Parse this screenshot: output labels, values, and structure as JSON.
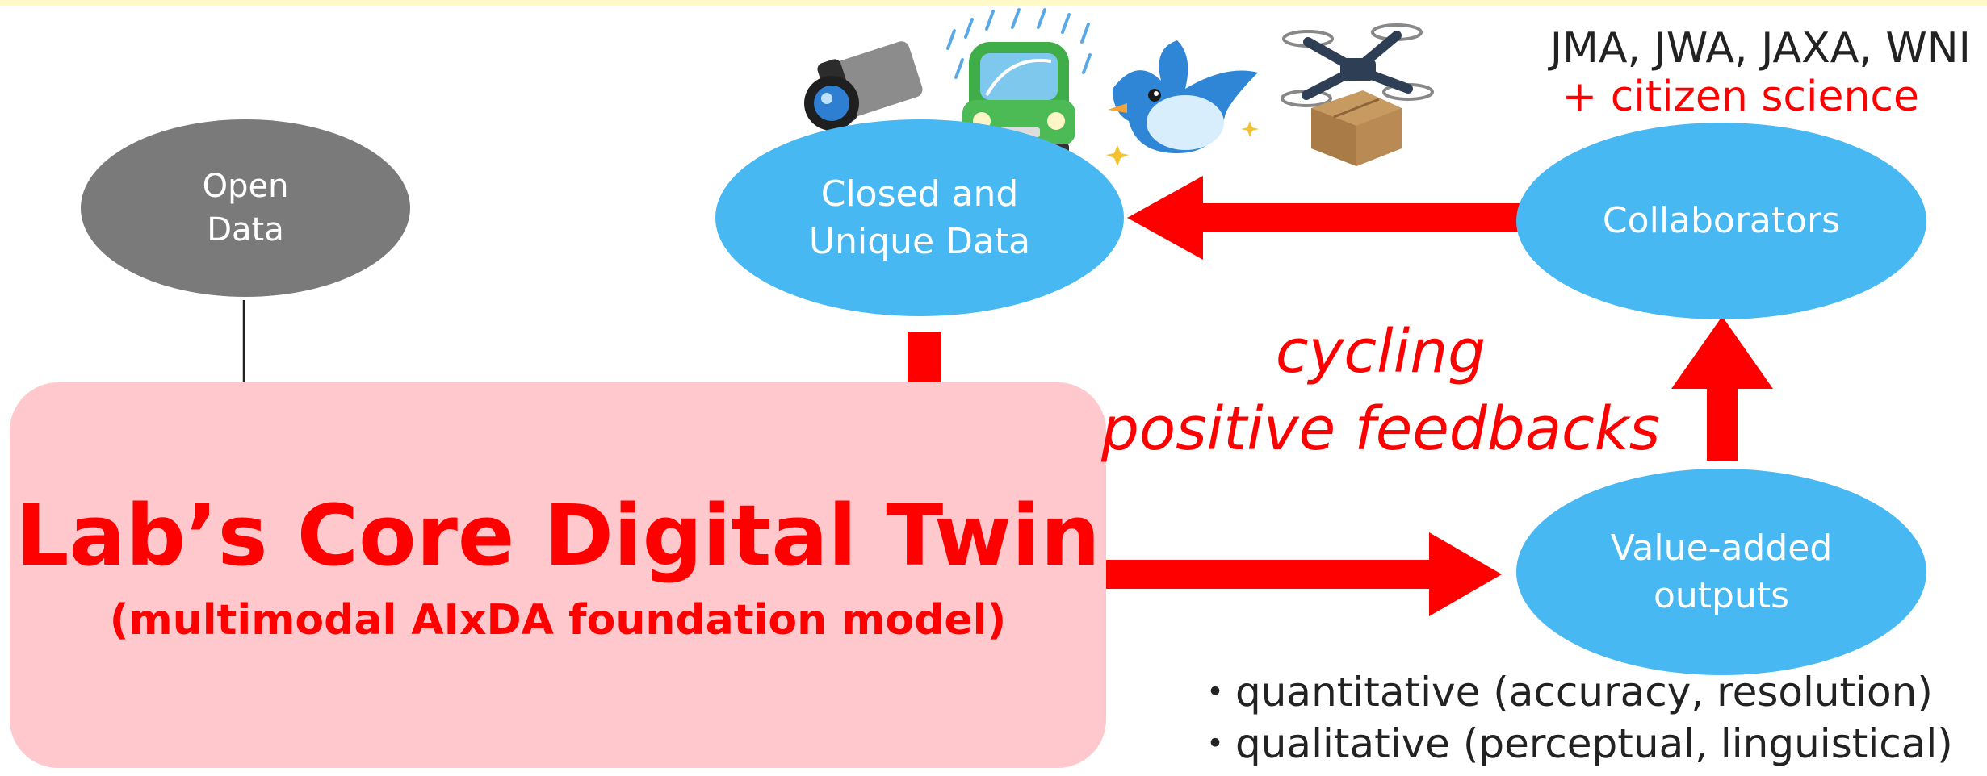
{
  "nodes": {
    "open_data": "Open\nData",
    "closed_unique": "Closed and\nUnique Data",
    "collaborators": "Collaborators",
    "value_added": "Value-added\noutputs"
  },
  "core": {
    "title": "Lab’s Core Digital Twin",
    "subtitle": "(multimodal AIxDA foundation model)"
  },
  "collaborator_sources": {
    "agencies": "JMA, JWA, JAXA, WNI",
    "citizen": "+ citizen science"
  },
  "cycle_label": "cycling\npositive feedbacks",
  "outputs": [
    "quantitative (accuracy, resolution)",
    "qualitative (perceptual, linguistical)"
  ],
  "icons": [
    "security-camera-icon",
    "car-in-rain-icon",
    "bird-icon",
    "delivery-drone-icon"
  ],
  "colors": {
    "arrow": "#ff0000",
    "node": "#47b8f2",
    "open_node": "#7a7a7a",
    "core_fill": "#ffc8cc",
    "core_text": "#ff0000"
  }
}
